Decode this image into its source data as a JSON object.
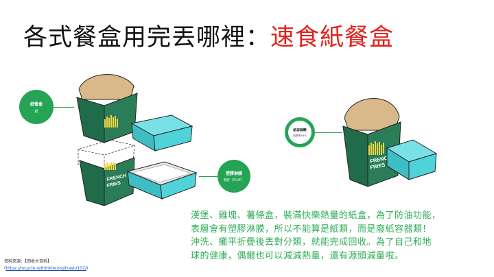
{
  "title": {
    "prefix": "各式餐盒用完丟哪裡：",
    "highlight": "速食紙餐盒"
  },
  "labels": {
    "paper": {
      "line1": "紙餐盒",
      "line2": "紙"
    },
    "plastic": {
      "line1": "塑膠淋膜",
      "line2": "塑膠（PE/PP）"
    },
    "container": {
      "line1": "紙容器類",
      "line2": "回收率93%"
    }
  },
  "illustration": {
    "fries_text_1": "FRENCH",
    "fries_text_2": "FRIES"
  },
  "body_lines": [
    "漢堡、雞塊、薯條盒，裝滿快樂熱量的紙盒，為了防油功能，",
    "表層會有塑膠淋膜，所以不能算是紙類，而是廢紙容器類！",
    "沖洗、攤平折疊後丟對分類，就能完成回收。為了自己和地",
    "球的健康，偶爾也可以減減熱量，還有源頭減量啦。"
  ],
  "source": {
    "label": "資料來源：【回收大百科】",
    "open": "(",
    "url": "https://recycle.rethinktw.org/trash/107/",
    "close": ")"
  },
  "colors": {
    "accent_red": "#e2211c",
    "green": "#24a454",
    "text_green": "#2eae56",
    "box_dark_green": "#1f6b4a",
    "box_teal": "#4fd2d8",
    "kraft": "#d9b98a"
  }
}
